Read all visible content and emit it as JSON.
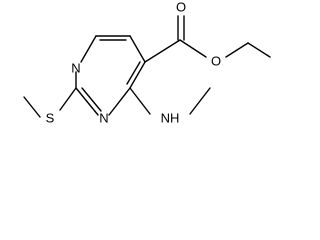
{
  "molecule": {
    "atoms": {
      "ring_n_top": "N",
      "ring_n_bottom": "N",
      "thio_s": "S",
      "carbonyl_o": "O",
      "ester_o": "O",
      "amine_nh": "NH"
    }
  }
}
